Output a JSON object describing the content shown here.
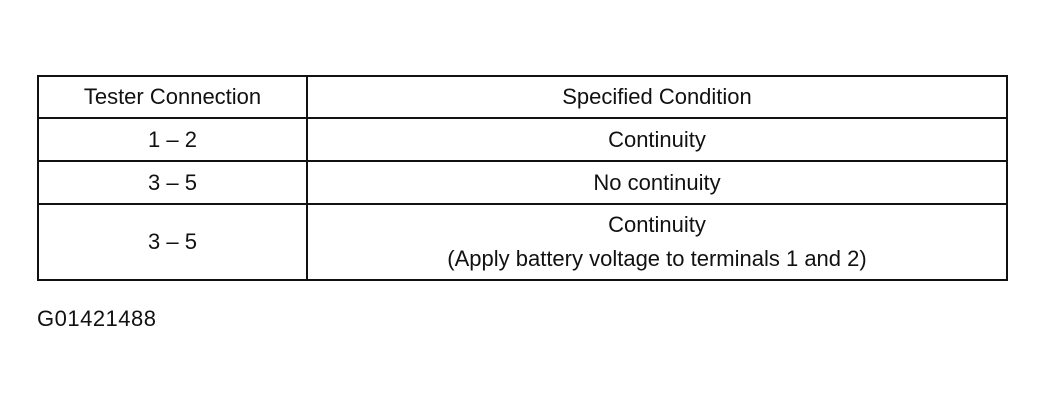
{
  "table": {
    "headers": [
      "Tester Connection",
      "Specified Condition"
    ],
    "rows": [
      {
        "connection": "1 – 2",
        "condition": [
          "Continuity"
        ]
      },
      {
        "connection": "3 – 5",
        "condition": [
          "No continuity"
        ]
      },
      {
        "connection": "3 – 5",
        "condition": [
          "Continuity",
          "(Apply battery voltage to terminals 1 and 2)"
        ]
      }
    ]
  },
  "figure_code": "G01421488"
}
